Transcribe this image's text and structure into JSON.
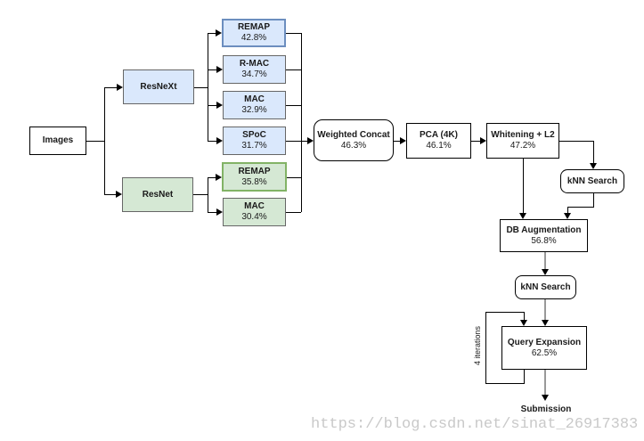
{
  "title": "Image retrieval pipeline flowchart",
  "watermark": {
    "text": "https://blog.csdn.net/sinat_26917383",
    "color": "#c9c9c9"
  },
  "colors": {
    "blue_fill": "#dae8fc",
    "blue_border": "#6c8ebf",
    "green_fill": "#d5e8d4",
    "green_border": "#82b366",
    "neutral_border": "#666666",
    "flow_border": "#000000",
    "line": "#000000",
    "gray_line": "#999999",
    "background": "#ffffff"
  },
  "nodes": {
    "images": {
      "label": "Images"
    },
    "resnext": {
      "label": "ResNeXt"
    },
    "resnet": {
      "label": "ResNet"
    },
    "remap_resnext": {
      "label": "REMAP",
      "value": "42.8%"
    },
    "rmac_resnext": {
      "label": "R-MAC",
      "value": "34.7%"
    },
    "mac_resnext": {
      "label": "MAC",
      "value": "32.9%"
    },
    "spoc_resnext": {
      "label": "SPoC",
      "value": "31.7%"
    },
    "remap_resnet": {
      "label": "REMAP",
      "value": "35.8%"
    },
    "mac_resnet": {
      "label": "MAC",
      "value": "30.4%"
    },
    "weighted_concat": {
      "label": "Weighted Concat",
      "value": "46.3%"
    },
    "pca": {
      "label": "PCA (4K)",
      "value": "46.1%"
    },
    "whitening": {
      "label": "Whitening + L2",
      "value": "47.2%"
    },
    "knn_search_1": {
      "label": "kNN Search"
    },
    "db_augmentation": {
      "label": "DB Augmentation",
      "value": "56.8%"
    },
    "knn_search_2": {
      "label": "kNN Search"
    },
    "query_expansion": {
      "label": "Query Expansion",
      "value": "62.5%"
    },
    "submission": {
      "label": "Submission"
    },
    "loop": {
      "label": "4 iterations"
    }
  },
  "edges": [
    "Images -> ResNeXt",
    "Images -> ResNet",
    "ResNeXt -> REMAP (42.8%)",
    "ResNeXt -> R-MAC (34.7%)",
    "ResNeXt -> MAC (32.9%)",
    "ResNeXt -> SPoC (31.7%)",
    "ResNet -> REMAP (35.8%)",
    "ResNet -> MAC (30.4%)",
    "all feature outputs -> Weighted Concat",
    "Weighted Concat -> PCA (4K)",
    "PCA (4K) -> Whitening + L2",
    "Whitening + L2 -> kNN Search",
    "Whitening + L2 -> DB Augmentation",
    "kNN Search -> DB Augmentation",
    "DB Augmentation -> kNN Search",
    "kNN Search -> Query Expansion",
    "Query Expansion -> Query Expansion (4 iterations loop)",
    "Query Expansion -> Submission"
  ]
}
